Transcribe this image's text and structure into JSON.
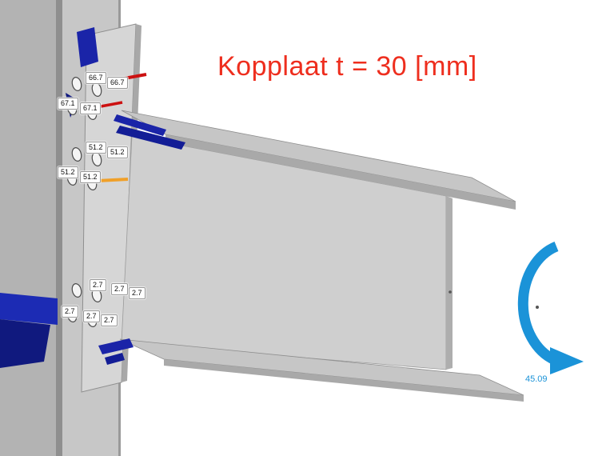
{
  "title": {
    "text": "Kopplaat t = 30 [mm]"
  },
  "moment": {
    "value": "45.09"
  },
  "bolt_labels": [
    {
      "value": "66.7"
    },
    {
      "value": "66.7"
    },
    {
      "value": "67.1"
    },
    {
      "value": "67.1"
    },
    {
      "value": "51.2"
    },
    {
      "value": "51.2"
    },
    {
      "value": "51.2"
    },
    {
      "value": "51.2"
    },
    {
      "value": "2.7"
    },
    {
      "value": "2.7"
    },
    {
      "value": "2.7"
    },
    {
      "value": "2.7"
    },
    {
      "value": "2.7"
    },
    {
      "value": "2.7"
    }
  ],
  "colors": {
    "title_red": "#ee2e1e",
    "moment_blue": "#1b93d8",
    "plate_blue": "#1a24a8",
    "plate_blue_dark": "#10197e",
    "force_red": "#cc1111",
    "force_orange": "#f0a029",
    "steel_light": "#cfcfcf",
    "steel_mid": "#b3b3b3",
    "steel_edge": "#8f8f8f"
  }
}
